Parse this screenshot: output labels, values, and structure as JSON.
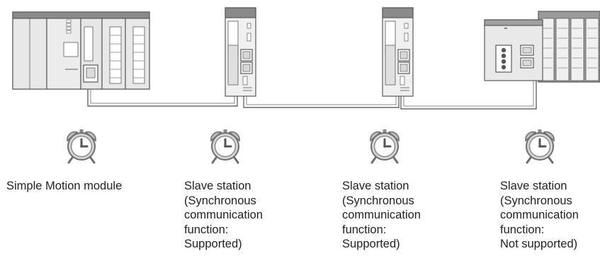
{
  "stations": [
    {
      "id": "simple-motion",
      "device": "plc-rack-icon",
      "timer_icon": "alarm-clock-icon",
      "caption": [
        "Simple Motion module"
      ]
    },
    {
      "id": "slave-1",
      "device": "servo-amplifier-icon",
      "timer_icon": "alarm-clock-icon",
      "caption": [
        "Slave station",
        "(Synchronous",
        "communication",
        "function:",
        "Supported)"
      ]
    },
    {
      "id": "slave-2",
      "device": "servo-amplifier-icon",
      "timer_icon": "alarm-clock-icon",
      "caption": [
        "Slave station",
        "(Synchronous",
        "communication",
        "function:",
        "Supported)"
      ]
    },
    {
      "id": "slave-3",
      "device": "remote-io-module-icon",
      "timer_icon": "alarm-clock-icon",
      "caption": [
        "Slave station",
        "(Synchronous",
        "communication",
        "function:",
        "Not supported)"
      ]
    }
  ],
  "colors": {
    "text": "#231f20",
    "outline": "#5a5a5a",
    "fill": "#e6e6e6",
    "dark": "#7a7a7a"
  }
}
